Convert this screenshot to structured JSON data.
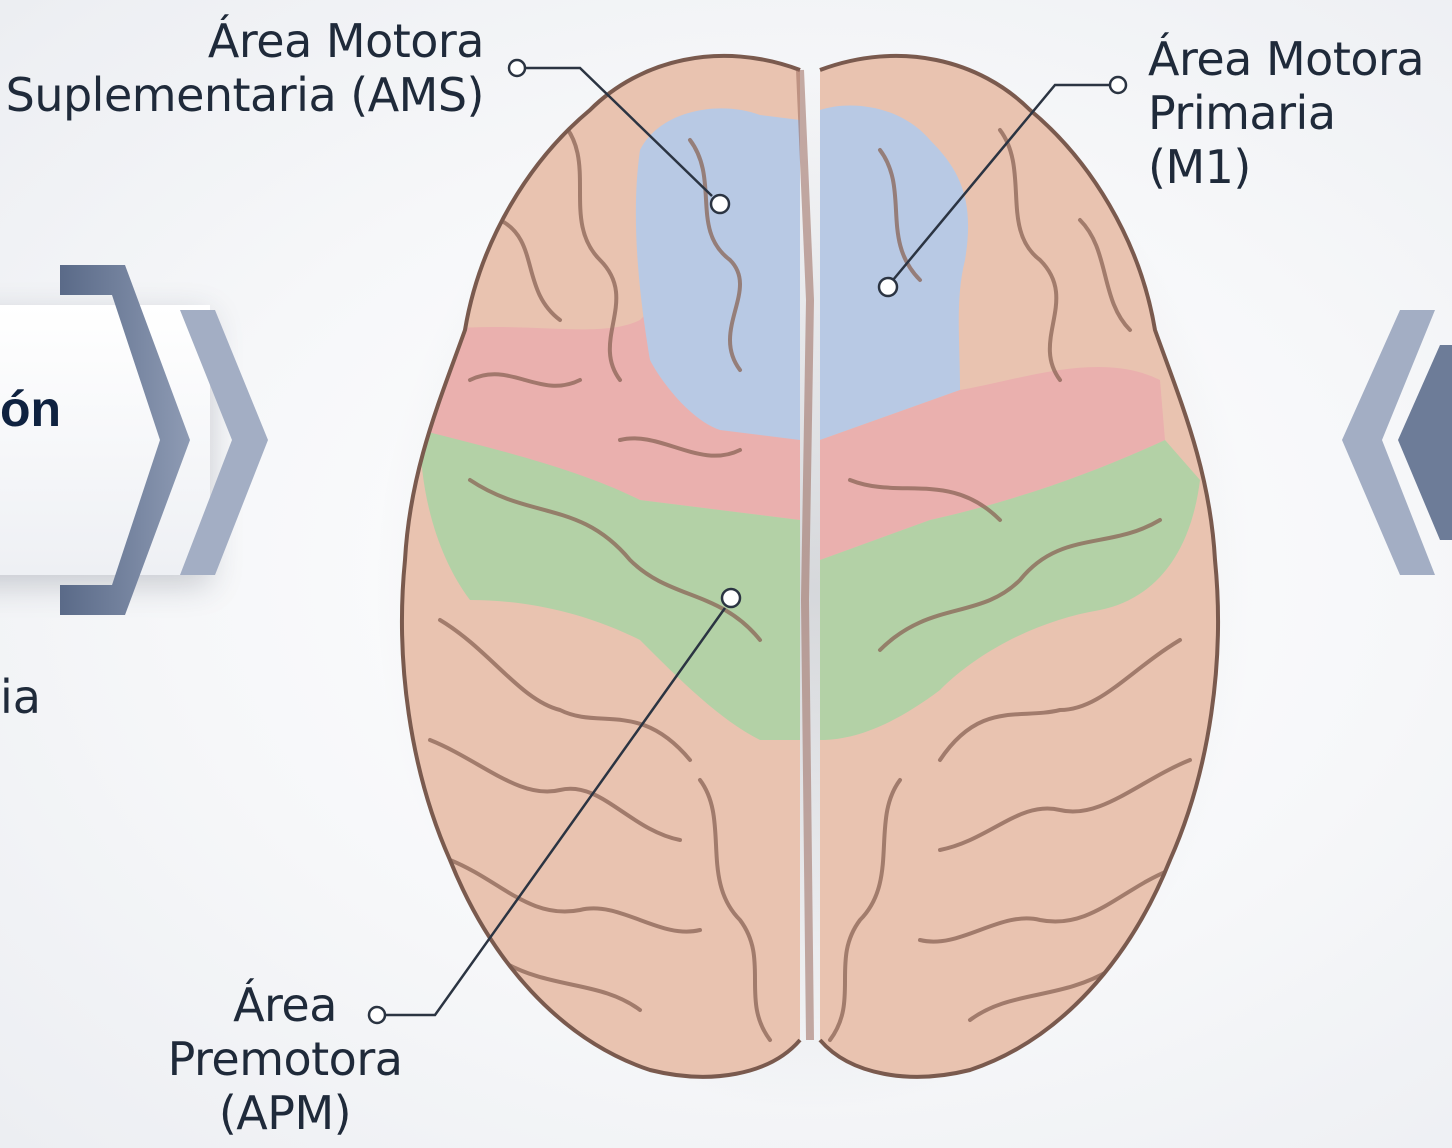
{
  "labels": {
    "ams": [
      "Área Motora",
      "Suplementaria (AMS)"
    ],
    "m1": [
      "Área Motora",
      "Primaria (M1)"
    ],
    "apm": [
      "Área",
      "Premotora",
      "(APM)"
    ]
  },
  "left_fragment": {
    "title_fragment": "ón",
    "text_fragment": "ia"
  },
  "colors": {
    "cortex": "#e9c3b0",
    "ams_region": "#b8c9e4",
    "premotor_pink": "#eab0ae",
    "primary_green": "#b3d1a6",
    "outline": "#7a5a4e",
    "chevron": "#5e6e8c",
    "leader_line": "#2b3442"
  }
}
